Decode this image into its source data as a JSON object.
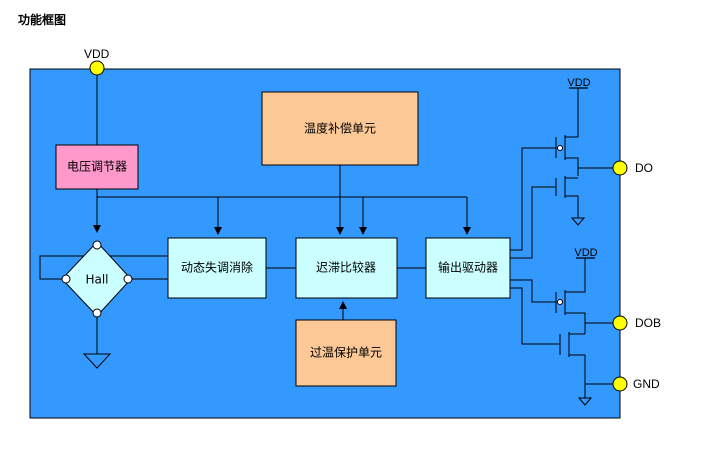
{
  "title": "功能框图",
  "colors": {
    "background": "#3399ff",
    "regulator": "#ff99cc",
    "compensation": "#fcc896",
    "logic": "#ccffff",
    "pin": "#ffff00",
    "wire": "#000000"
  },
  "labels": {
    "vdd_top": "VDD",
    "vdd_out1": "VDD",
    "vdd_out2": "VDD",
    "pin_do": "DO",
    "pin_dob": "DOB",
    "pin_gnd": "GND"
  },
  "blocks": {
    "regulator": "电压调节器",
    "temp_comp": "温度补偿单元",
    "offset_cancel": "动态失调消除",
    "hysteresis_comp": "迟滞比较器",
    "output_driver": "输出驱动器",
    "over_temp": "过温保护单元",
    "hall": "Hall"
  }
}
